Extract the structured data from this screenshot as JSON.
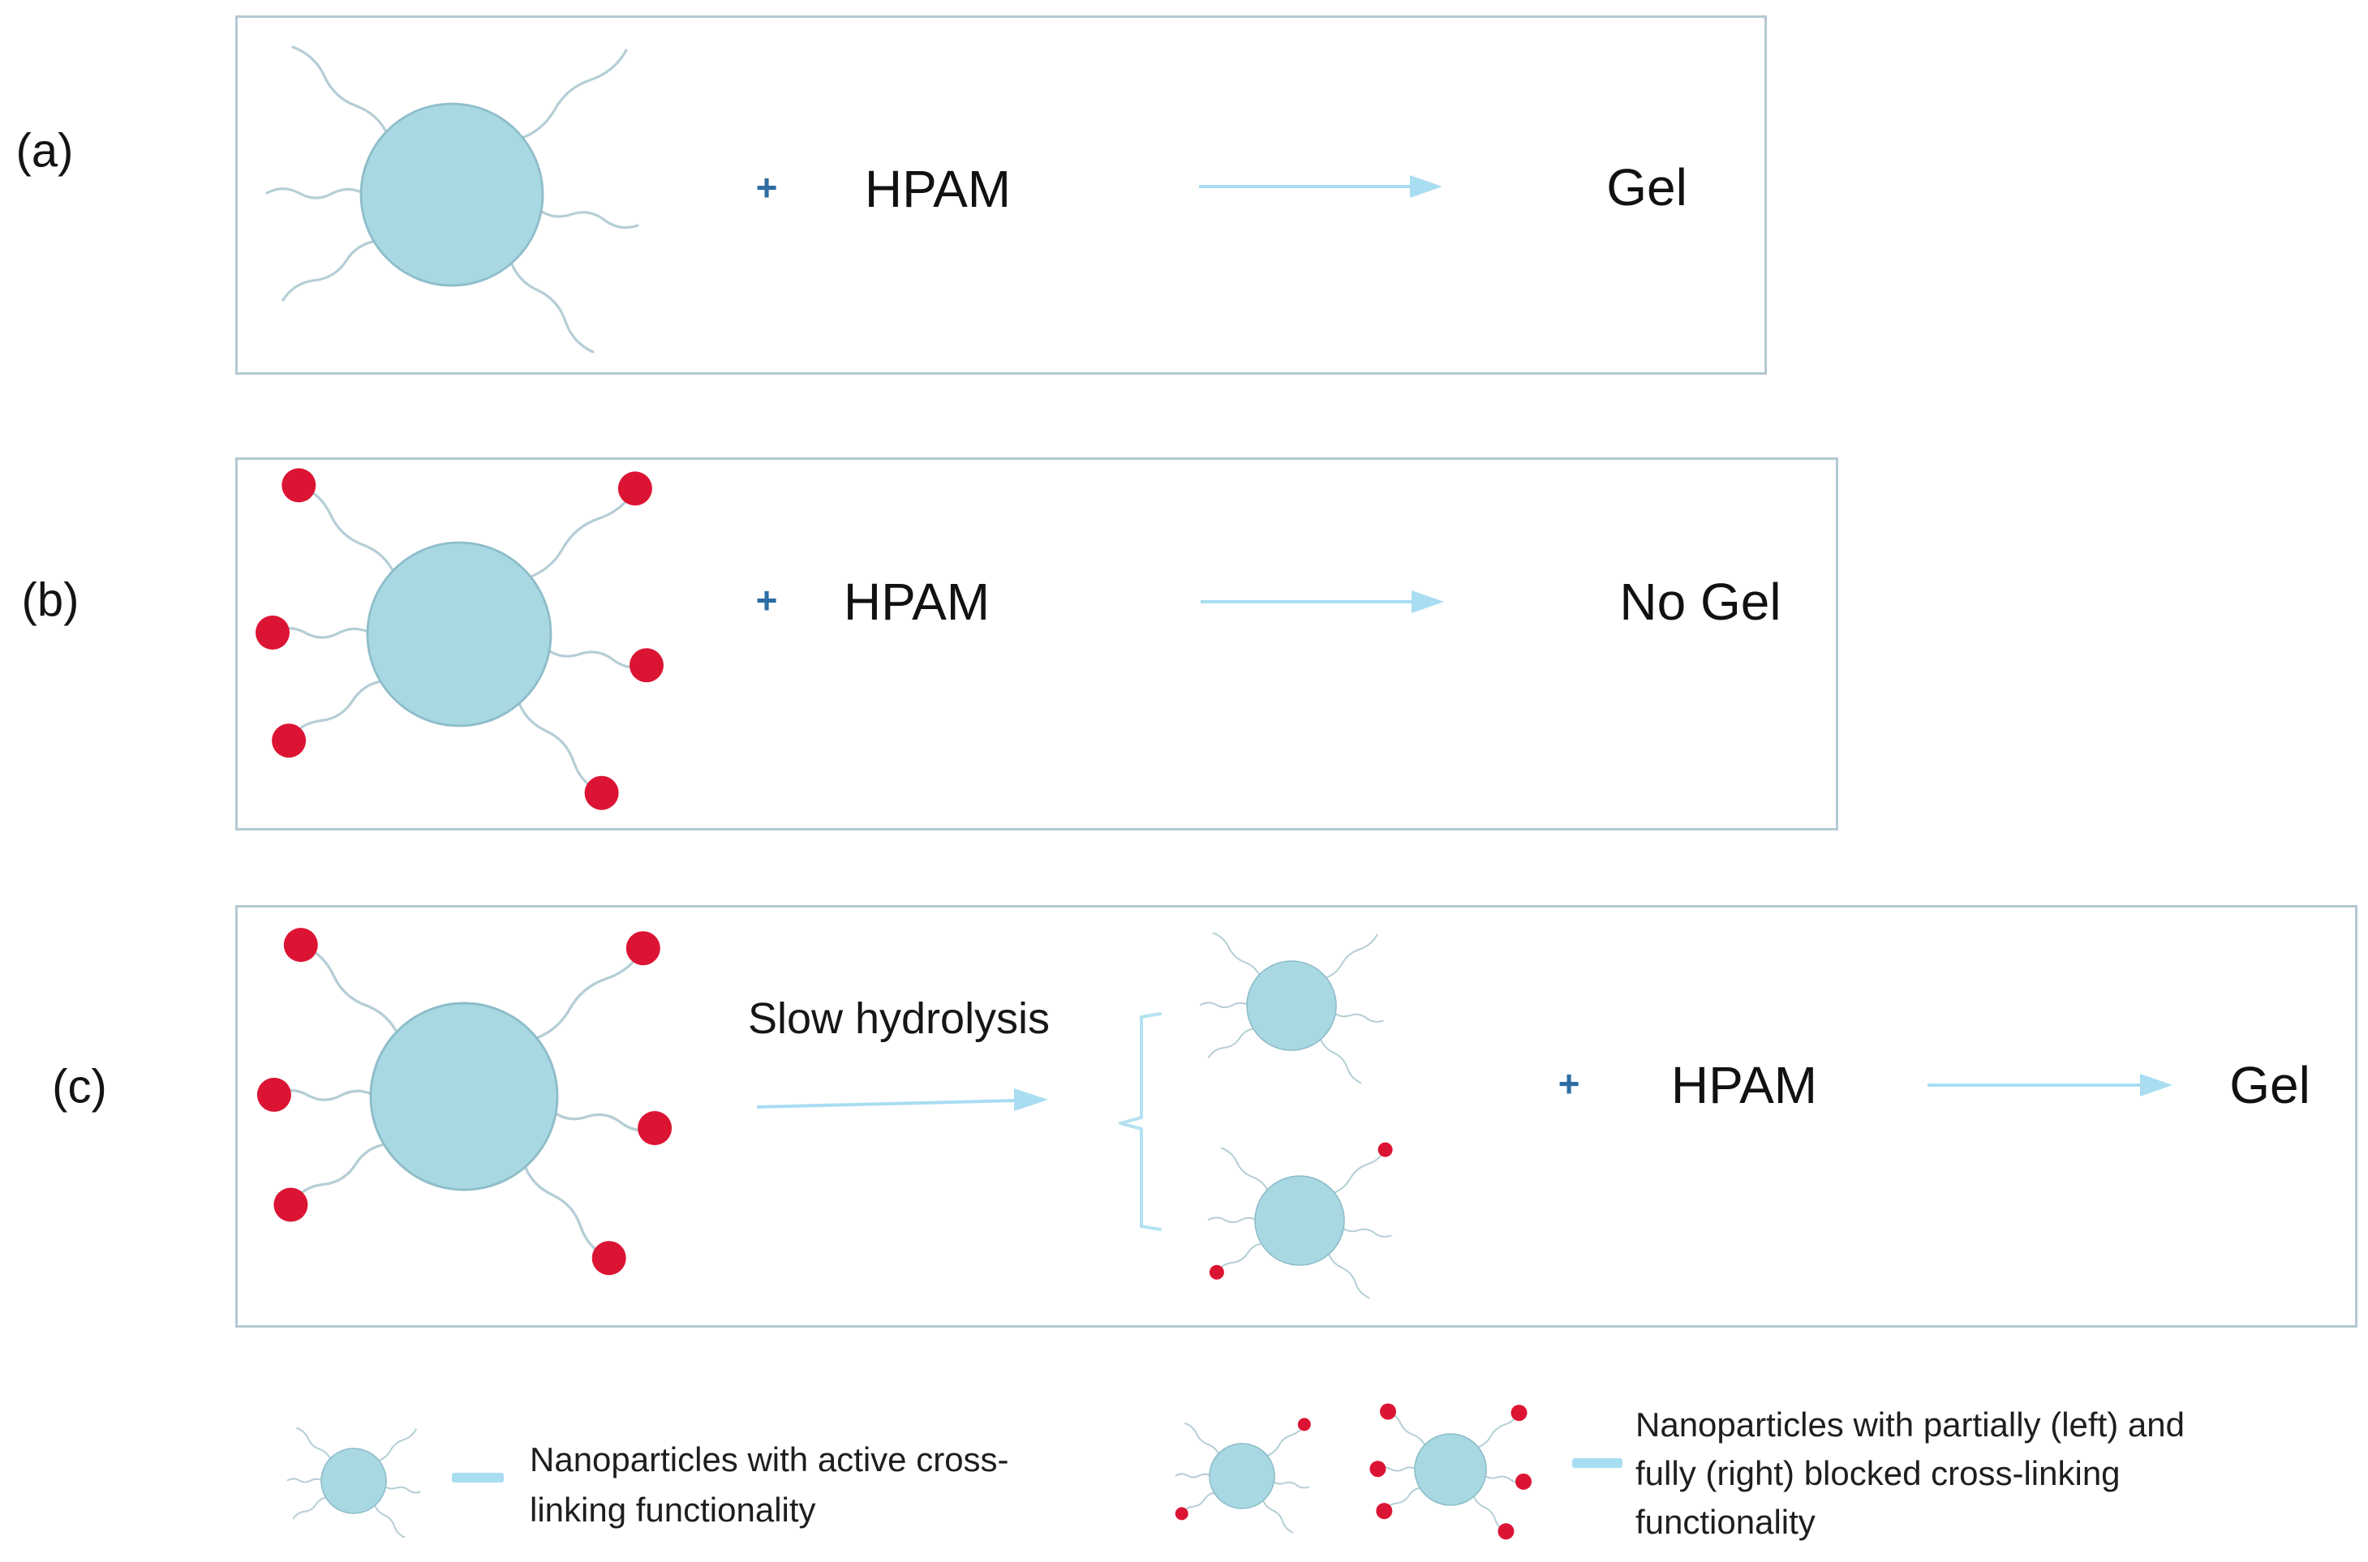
{
  "figure": {
    "panels": [
      {
        "label": "(a)",
        "plus": "+",
        "reactant": "HPAM",
        "product": "Gel"
      },
      {
        "label": "(b)",
        "plus": "+",
        "reactant": "HPAM",
        "product": "No Gel"
      },
      {
        "label": "(c)",
        "process": "Slow hydrolysis",
        "plus": "+",
        "reactant": "HPAM",
        "product": "Gel"
      }
    ],
    "legend": [
      {
        "icon": "nanoparticle-active-icon",
        "lines": [
          "Nanoparticles with active cross-",
          "linking functionality"
        ]
      },
      {
        "icons": [
          "nanoparticle-partially-blocked-icon",
          "nanoparticle-fully-blocked-icon"
        ],
        "lines": [
          "Nanoparticles with partially (left) and",
          "fully (right) blocked cross-linking",
          "functionality"
        ]
      }
    ],
    "colors": {
      "particle_fill": "#a8d8e2",
      "particle_stroke": "#8ebdc9",
      "arm": "#b5ced6",
      "blocked_dot": "#dc1433",
      "arrow": "#a8ddf2",
      "plus": "#2e6da4",
      "box_border": "#b3c9d3",
      "bracket": "#b4e2f2",
      "text": "#1b1b1b"
    }
  }
}
